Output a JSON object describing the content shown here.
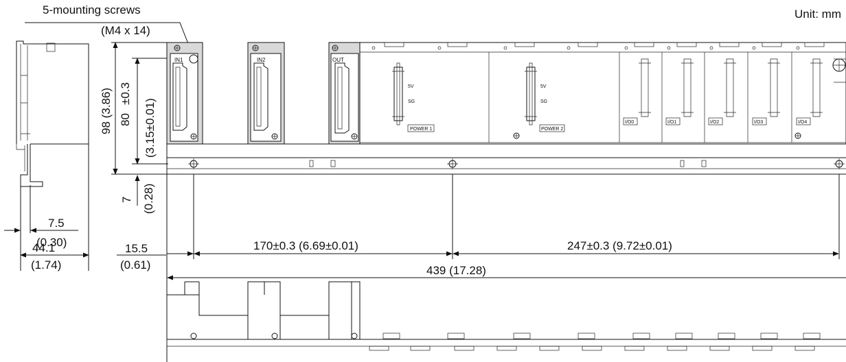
{
  "unit_label": "Unit: mm",
  "screws_label": "5-mounting screws",
  "screws_spec": "(M4 x 14)",
  "dims": {
    "height_total": "98 (3.86)",
    "height_mount": "80",
    "height_mount_tol": "±0.3",
    "height_mount_in": "(3.15±0.01)",
    "base_offset_mm": "7",
    "base_offset_in": "(0.28)",
    "side_offset_mm": "7.5",
    "side_offset_in": "(0.30)",
    "depth_mm": "44.1",
    "depth_in": "(1.74)",
    "left_margin_mm": "15.5",
    "left_margin_in": "(0.61)",
    "span1": "170",
    "span1_tol": "±0.3 (6.69",
    "span1_tol2": "±0.01)",
    "span2": "247",
    "span2_tol": "±0.3 (9.72",
    "span2_tol2": "±0.01)",
    "width_total": "439 (17.28)"
  },
  "modules": {
    "in1": "IN1",
    "in2": "IN2",
    "out": "OUT",
    "power1": "POWER 1",
    "power2": "POWER 2",
    "v5": "5V",
    "sg": "SG",
    "io": [
      "I/O0",
      "I/O1",
      "I/O2",
      "I/O3",
      "I/O4"
    ]
  },
  "colors": {
    "line": "#111111",
    "shade": "#d9d9d9",
    "background": "#ffffff"
  }
}
